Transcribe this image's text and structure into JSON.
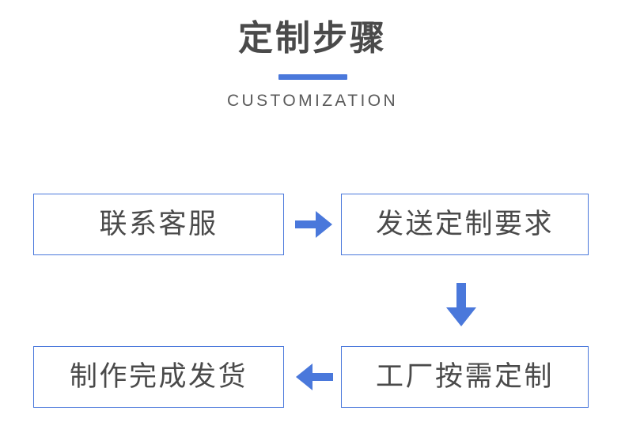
{
  "header": {
    "title": "定制步骤",
    "subtitle": "CUSTOMIZATION",
    "accent_color": "#4a78db",
    "title_color": "#4a4a4a",
    "subtitle_color": "#5a5a5a"
  },
  "flow": {
    "box_border_color": "#4a78db",
    "box_text_color": "#4a4a4a",
    "arrow_color": "#4a78db",
    "steps": [
      {
        "id": "contact",
        "label": "联系客服",
        "order": 1
      },
      {
        "id": "send",
        "label": "发送定制要求",
        "order": 2
      },
      {
        "id": "factory",
        "label": "工厂按需定制",
        "order": 3
      },
      {
        "id": "shipping",
        "label": "制作完成发货",
        "order": 4
      }
    ],
    "connectors": [
      {
        "id": "arrow-right",
        "icon": "arrow-right-icon",
        "from": "contact",
        "to": "send"
      },
      {
        "id": "arrow-down",
        "icon": "arrow-down-icon",
        "from": "send",
        "to": "factory"
      },
      {
        "id": "arrow-left",
        "icon": "arrow-left-icon",
        "from": "factory",
        "to": "shipping"
      }
    ]
  }
}
